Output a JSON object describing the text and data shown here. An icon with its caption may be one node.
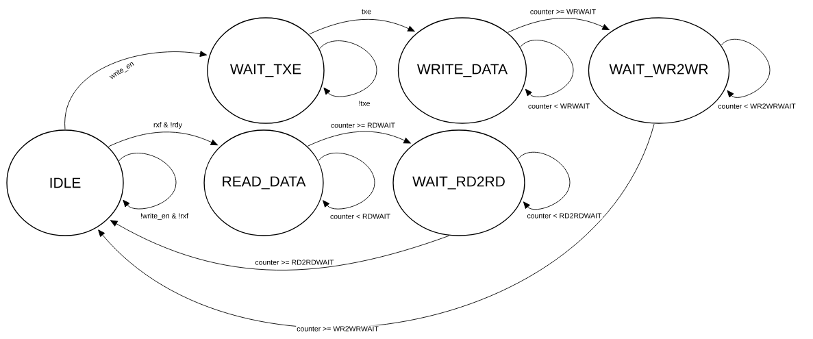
{
  "diagram": {
    "nodes": [
      {
        "text": [
          "WAIT_TXE"
        ]
      },
      {
        "text": [
          "WRITE_DATA"
        ]
      },
      {
        "text": [
          "WAIT_WR2WR"
        ]
      },
      {
        "text": [
          "IDLE"
        ]
      },
      {
        "text": [
          "READ_DATA"
        ]
      },
      {
        "text": [
          "WAIT_RD2RD"
        ]
      }
    ],
    "edges": [
      {
        "from": 3,
        "to": 0,
        "label": "write_en",
        "arrow": "to"
      },
      {
        "from": 0,
        "to": 1,
        "label": "txe",
        "arrow": "to"
      },
      {
        "from": 0,
        "to": 0,
        "label": "!txe",
        "arrow": "to"
      },
      {
        "from": 1,
        "to": 2,
        "label": "counter >= WRWAIT",
        "arrow": "to"
      },
      {
        "from": 1,
        "to": 1,
        "label": "counter < WRWAIT",
        "arrow": "to"
      },
      {
        "from": 2,
        "to": 2,
        "label": "counter < WR2WRWAIT",
        "arrow": "to"
      },
      {
        "from": 3,
        "to": 4,
        "label": "rxf & !rdy",
        "arrow": "to"
      },
      {
        "from": 3,
        "to": 3,
        "label": "!write_en & !rxf",
        "arrow": "to"
      },
      {
        "from": 4,
        "to": 5,
        "label": "counter >= RDWAIT",
        "arrow": "to"
      },
      {
        "from": 4,
        "to": 4,
        "label": "counter < RDWAIT",
        "arrow": "to"
      },
      {
        "from": 5,
        "to": 5,
        "label": "counter < RD2RDWAIT",
        "arrow": "to"
      },
      {
        "from": 5,
        "to": 3,
        "label": "counter >= RD2RDWAIT",
        "arrow": "to"
      },
      {
        "from": 2,
        "to": 3,
        "label": "counter >= WR2WRWAIT",
        "arrow": "to"
      }
    ]
  }
}
